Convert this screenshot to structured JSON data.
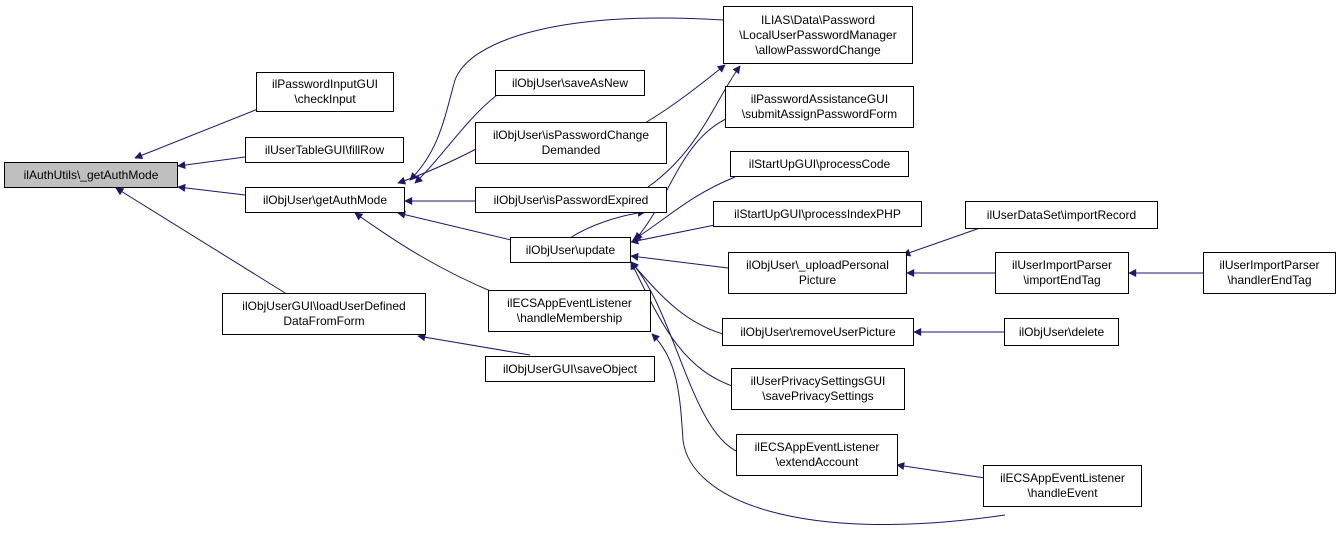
{
  "graph": {
    "edge_color": "#191970",
    "root_fill": "#bfbfbf",
    "nodes": {
      "root": [
        "ilAuthUtils\\_getAuthMode"
      ],
      "checkInput": [
        "ilPasswordInputGUI",
        "\\checkInput"
      ],
      "fillRow": [
        "ilUserTableGUI\\fillRow"
      ],
      "getAuthMode": [
        "ilObjUser\\getAuthMode"
      ],
      "loadUserDefined": [
        "ilObjUserGUI\\loadUserDefined",
        "DataFromForm"
      ],
      "saveAsNew": [
        "ilObjUser\\saveAsNew"
      ],
      "isPwChangeDemanded": [
        "ilObjUser\\isPasswordChange",
        "Demanded"
      ],
      "isPwExpired": [
        "ilObjUser\\isPasswordExpired"
      ],
      "update": [
        "ilObjUser\\update"
      ],
      "handleMembership": [
        "ilECSAppEventListener",
        "\\handleMembership"
      ],
      "saveObject": [
        "ilObjUserGUI\\saveObject"
      ],
      "allowPwChange": [
        "ILIAS\\Data\\Password",
        "\\LocalUserPasswordManager",
        "\\allowPasswordChange"
      ],
      "submitAssign": [
        "ilPasswordAssistanceGUI",
        "\\submitAssignPasswordForm"
      ],
      "processCode": [
        "ilStartUpGUI\\processCode"
      ],
      "processIndexPHP": [
        "ilStartUpGUI\\processIndexPHP"
      ],
      "uploadPicture": [
        "ilObjUser\\_uploadPersonal",
        "Picture"
      ],
      "removePicture": [
        "ilObjUser\\removeUserPicture"
      ],
      "savePrivacy": [
        "ilUserPrivacySettingsGUI",
        "\\savePrivacySettings"
      ],
      "extendAccount": [
        "ilECSAppEventListener",
        "\\extendAccount"
      ],
      "importRecord": [
        "ilUserDataSet\\importRecord"
      ],
      "importEndTag": [
        "ilUserImportParser",
        "\\importEndTag"
      ],
      "handlerEndTag": [
        "ilUserImportParser",
        "\\handlerEndTag"
      ],
      "deleteUser": [
        "ilObjUser\\delete"
      ],
      "handleEvent": [
        "ilECSAppEventListener",
        "\\handleEvent"
      ]
    }
  }
}
